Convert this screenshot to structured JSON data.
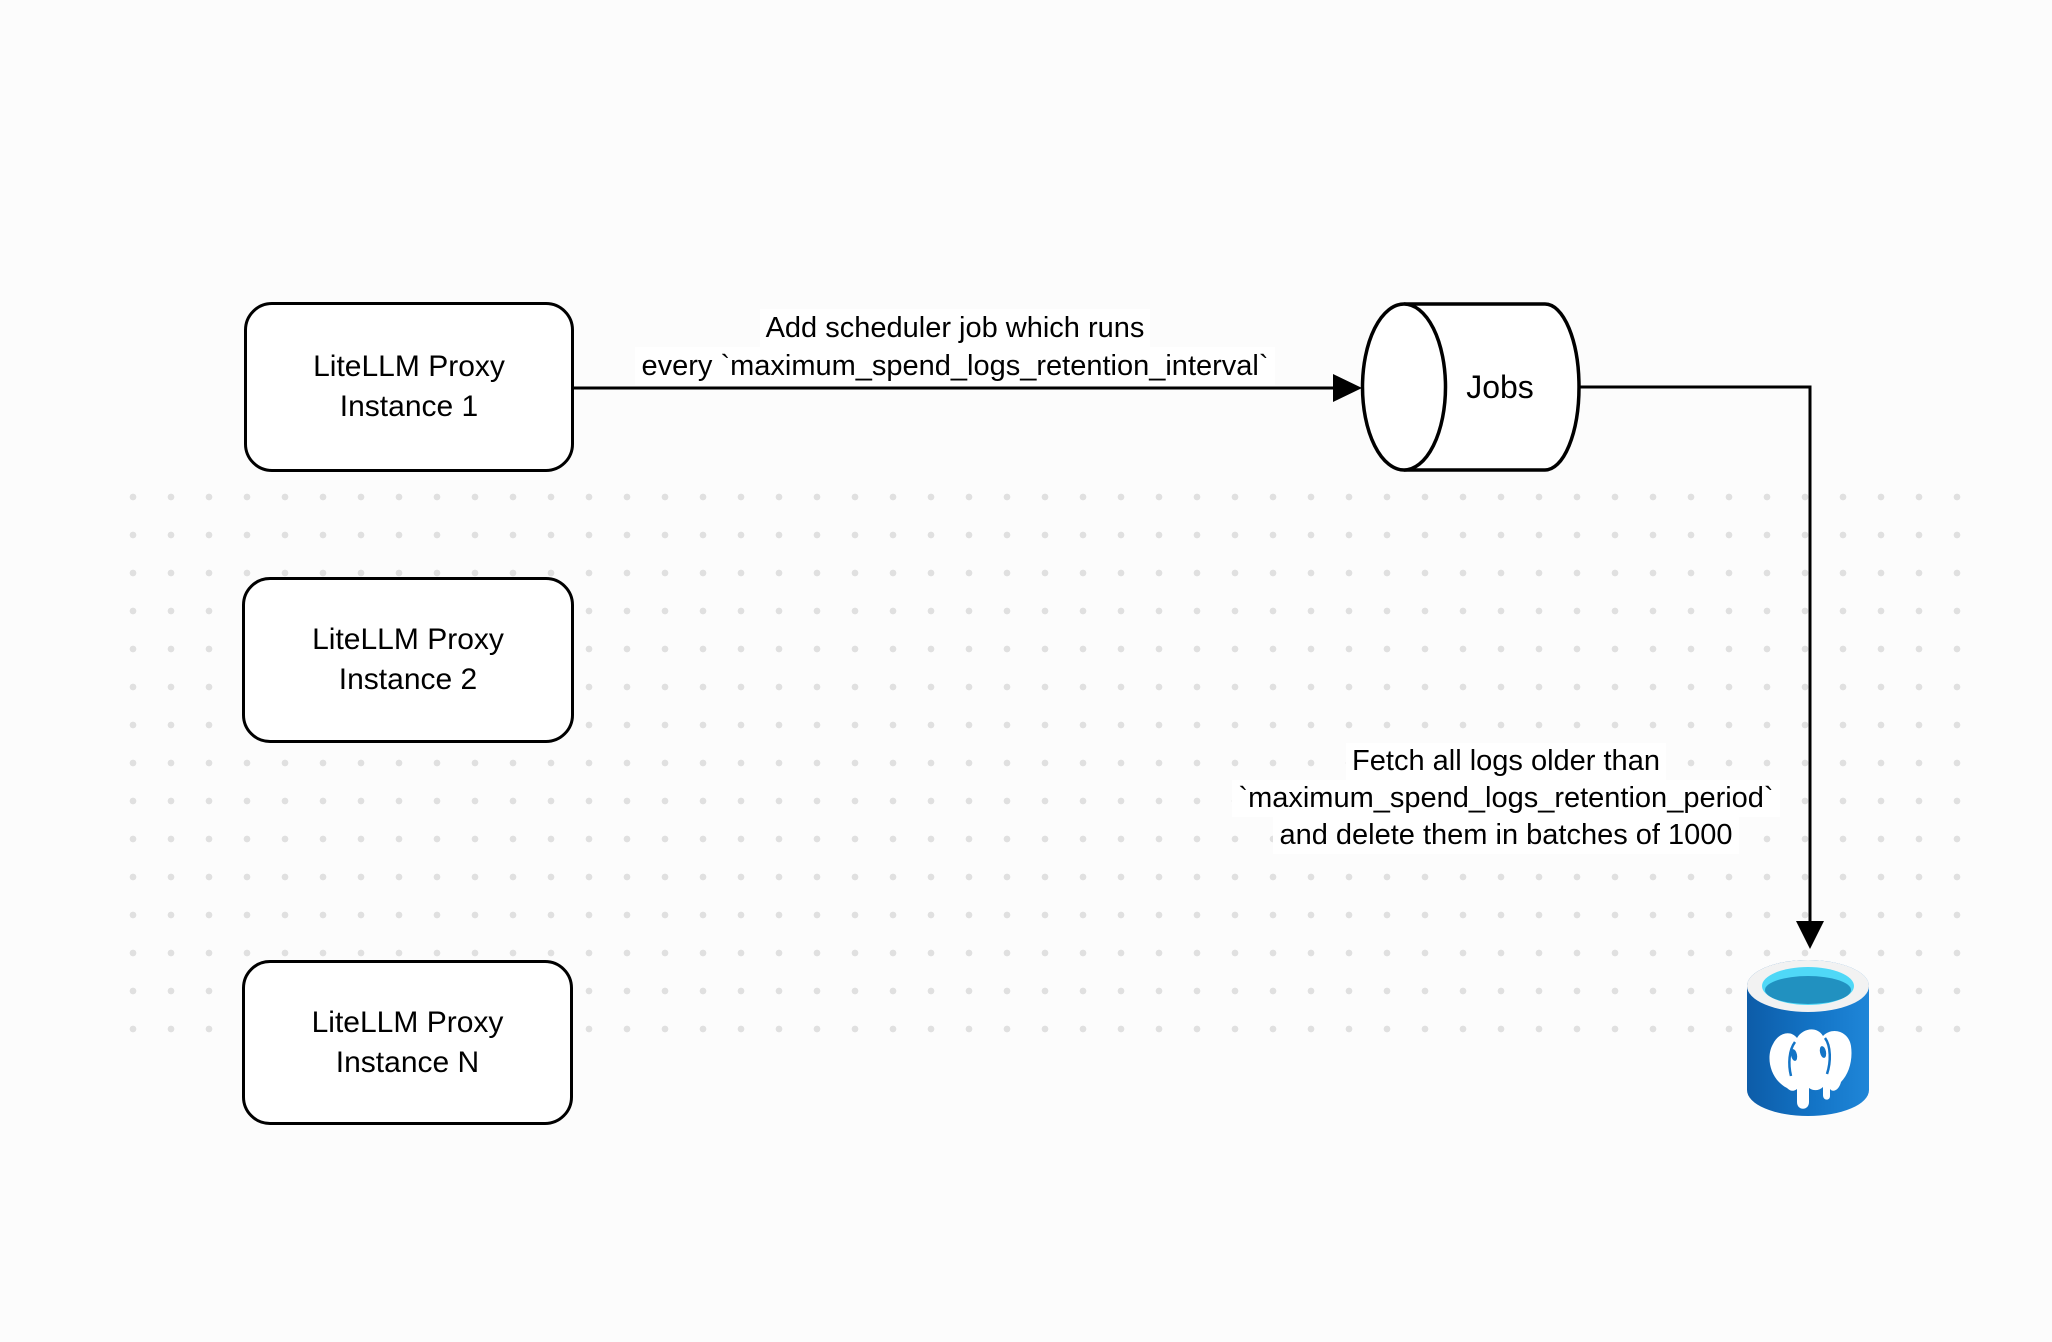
{
  "canvas": {
    "background_color": "#fcfcfc",
    "dot_color": "#e0e0e0",
    "stroke_color": "#000000"
  },
  "nodes": {
    "proxy1": {
      "line1": "LiteLLM Proxy",
      "line2": "Instance 1"
    },
    "proxy2": {
      "line1": "LiteLLM Proxy",
      "line2": "Instance 2"
    },
    "proxyN": {
      "line1": "LiteLLM Proxy",
      "line2": "Instance N"
    },
    "jobs": {
      "label": "Jobs"
    },
    "postgres": {
      "icon": "postgresql-database-icon"
    }
  },
  "edges": {
    "scheduler": {
      "line1": "Add scheduler job which runs",
      "line2": "every `maximum_spend_logs_retention_interval`"
    },
    "fetch": {
      "line1": "Fetch all logs older than",
      "line2": "`maximum_spend_logs_retention_period`",
      "line3": "and delete them in batches of 1000"
    }
  },
  "icon_colors": {
    "body_dark": "#0d5ca8",
    "body_light": "#1f86d8",
    "rim": "#f2f2f2",
    "water_light": "#4fd8f7",
    "water_dark": "#2191c0"
  }
}
